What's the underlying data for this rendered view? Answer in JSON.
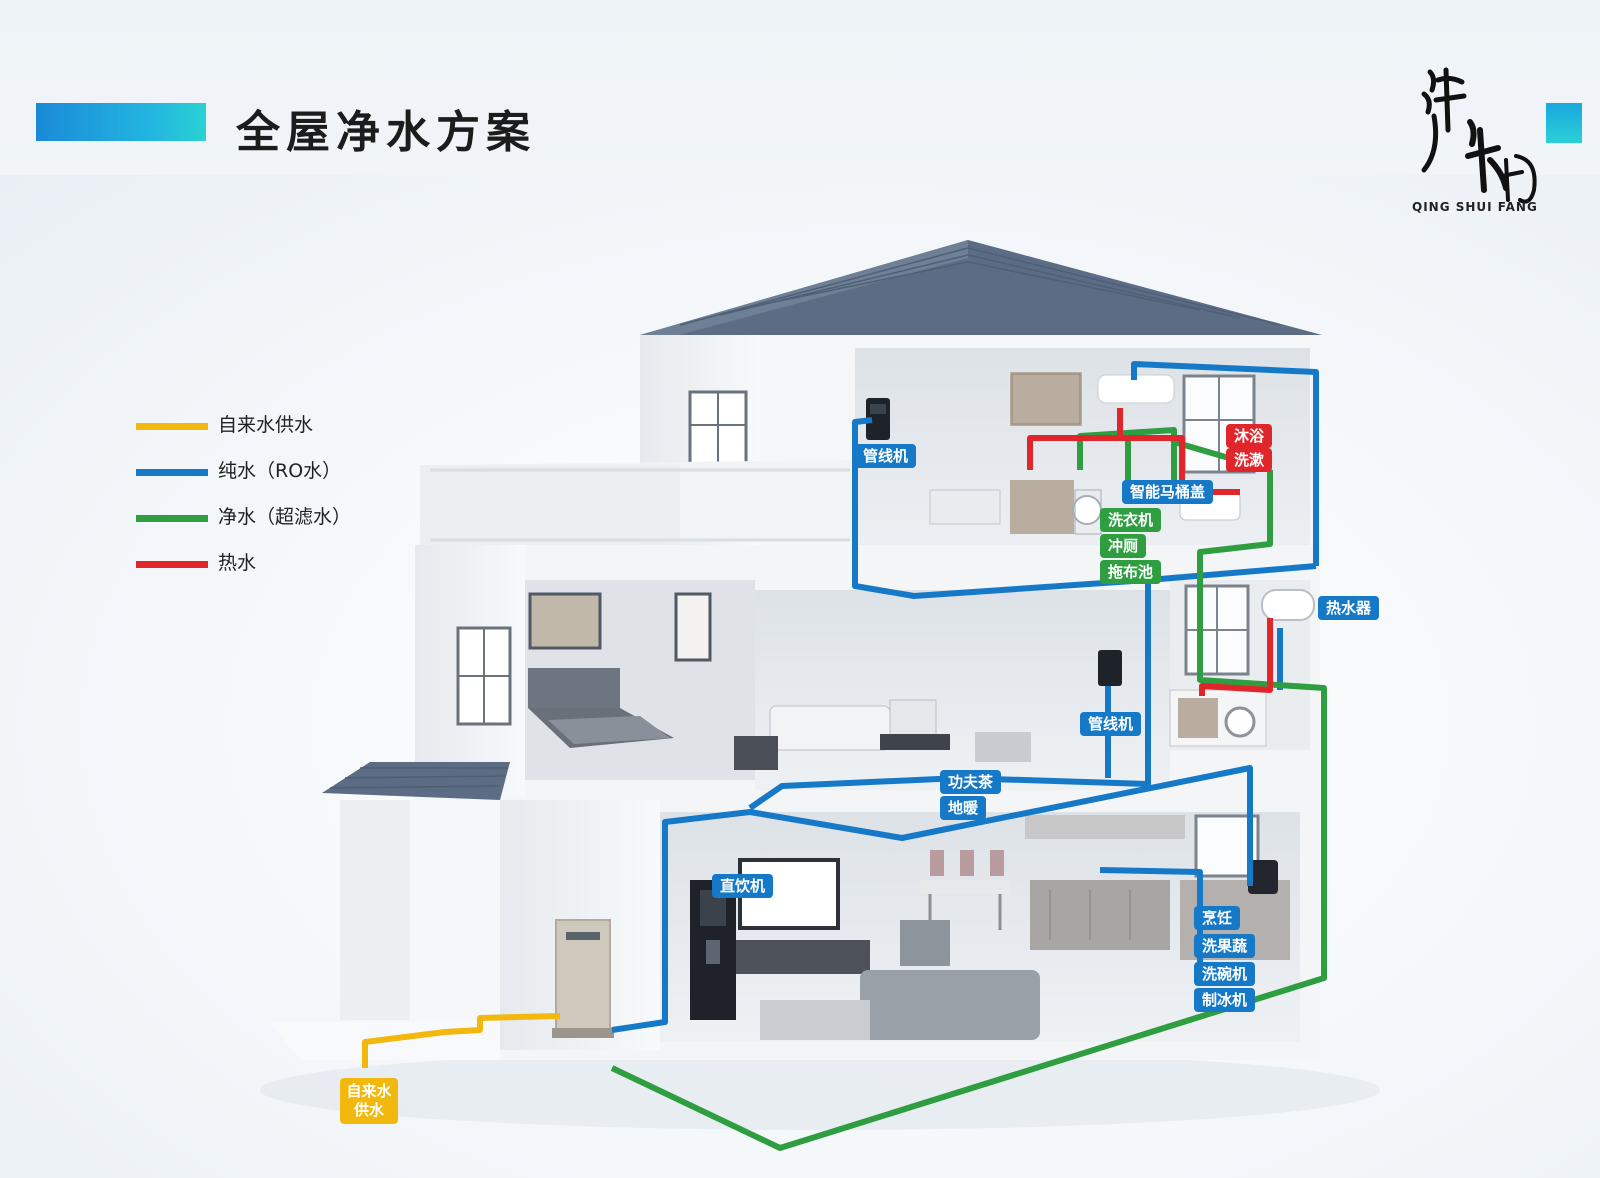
{
  "header": {
    "title": "全屋净水方案"
  },
  "logo": {
    "text": "QING SHUI FANG",
    "calligraphy": "清水坊"
  },
  "colors": {
    "tap": "#f2b80e",
    "ro": "#1679c8",
    "uf": "#2f9e41",
    "hot": "#e0262a"
  },
  "legend": [
    {
      "label": "自来水供水",
      "color": "#f2b80e"
    },
    {
      "label": "纯水（RO水）",
      "color": "#1679c8"
    },
    {
      "label": "净水（超滤水）",
      "color": "#2f9e41"
    },
    {
      "label": "热水",
      "color": "#e0262a"
    }
  ],
  "labels": {
    "top_pipeline": "管线机",
    "shower": "沐浴",
    "wash": "洗漱",
    "toilet": "智能马桶盖",
    "washer": "洗衣机",
    "flush": "冲厕",
    "mop": "拖布池",
    "heater": "热水器",
    "mid_pipeline": "管线机",
    "tea": "功夫茶",
    "floor_heat": "地暖",
    "direct_drink": "直饮机",
    "cook": "烹饪",
    "veg": "洗果蔬",
    "dishwasher": "洗碗机",
    "ice": "制冰机",
    "tap_supply": "自来水供水"
  }
}
